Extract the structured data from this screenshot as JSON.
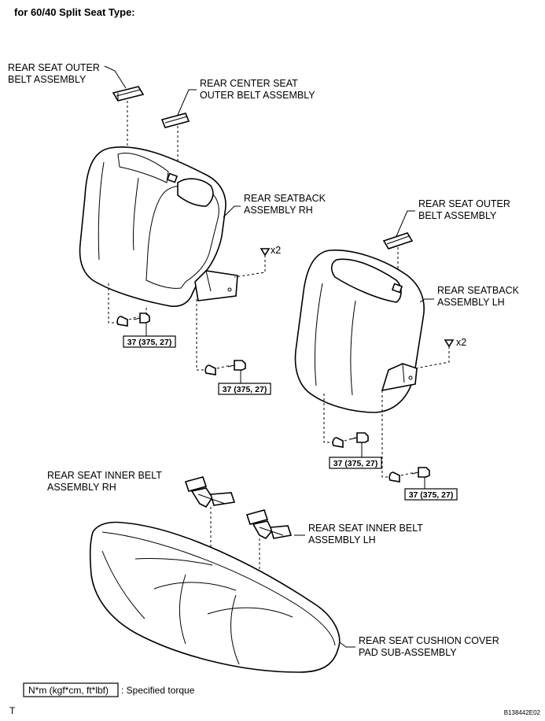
{
  "header": {
    "title": "for 60/40 Split Seat Type:"
  },
  "labels": {
    "outer_belt_rh_l1": "REAR SEAT OUTER",
    "outer_belt_rh_l2": "BELT ASSEMBLY",
    "center_belt_l1": "REAR CENTER SEAT",
    "center_belt_l2": "OUTER BELT ASSEMBLY",
    "seatback_rh_l1": "REAR SEATBACK",
    "seatback_rh_l2": "ASSEMBLY RH",
    "outer_belt_lh_l1": "REAR SEAT OUTER",
    "outer_belt_lh_l2": "BELT ASSEMBLY",
    "seatback_lh_l1": "REAR SEATBACK",
    "seatback_lh_l2": "ASSEMBLY LH",
    "inner_belt_rh_l1": "REAR SEAT INNER BELT",
    "inner_belt_rh_l2": "ASSEMBLY RH",
    "inner_belt_lh_l1": "REAR SEAT INNER BELT",
    "inner_belt_lh_l2": "ASSEMBLY LH",
    "cushion_l1": "REAR SEAT CUSHION COVER",
    "cushion_l2": "PAD SUB-ASSEMBLY"
  },
  "torques": {
    "t1": "37 (375, 27)",
    "t2": "37 (375, 27)",
    "t3": "37 (375, 27)",
    "t4": "37 (375, 27)"
  },
  "clips": {
    "qty_rh": "x2",
    "qty_lh": "x2"
  },
  "legend": {
    "unit": "N*m (kgf*cm, ft*lbf)",
    "text": ": Specified torque"
  },
  "footer": {
    "corner_mark": "T",
    "figure_code": "B138442E02"
  }
}
